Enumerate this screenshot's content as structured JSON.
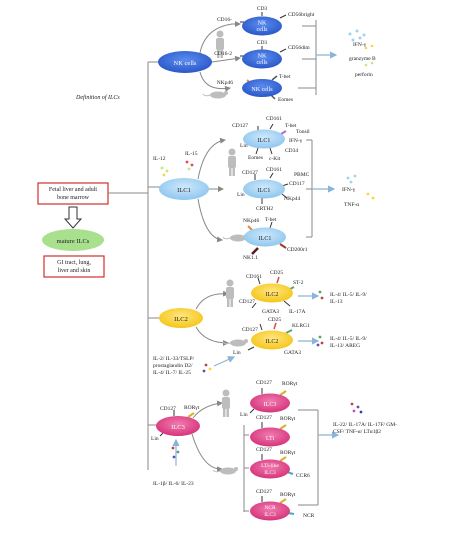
{
  "diagram": {
    "title": "Definition of ILCs",
    "origin": {
      "line1": "Fetal liver and adult",
      "line2": "bone marrow"
    },
    "mature": "mature ILCs",
    "tissue": {
      "line1": "GI tract, lung,",
      "line2": "liver and skin"
    },
    "nk": {
      "main": "NK cells",
      "cd56bright": {
        "cd3": "CD3",
        "cd16": "CD16-",
        "cd56": "CD56bright",
        "label1": "NK",
        "label2": "cells"
      },
      "cd56dim": {
        "cd3": "CD3",
        "cd16": "CD16-2",
        "cd56": "CD56dim",
        "label1": "NK",
        "label2": "cells"
      },
      "mouse": {
        "nkp46": "NKp46",
        "tbet": "T-bet",
        "eomes": "Eomes",
        "label": "NK cells"
      },
      "outputs": [
        "IFN-γ",
        "granzyme B",
        "perforin"
      ]
    },
    "ilc1": {
      "main": "ILC1",
      "inducers": [
        "IL-12",
        "IL-15"
      ],
      "tonsil": {
        "cd127": "CD127",
        "cd161": "CD161",
        "tbet": "T-bet",
        "ifng": "IFN-γ",
        "lin": "Lin",
        "eomes": "Eomes",
        "ckit": "c-Kit",
        "cd34": "CD34",
        "site": "Tonsil",
        "label": "ILC1"
      },
      "pbmc": {
        "cd127": "CD127",
        "cd161": "CD161",
        "site": "PBMC",
        "cd117": "CD117",
        "nkp44": "NKp44",
        "crth2": "CRTH2",
        "lin": "Lin",
        "label": "ILC1"
      },
      "mouse": {
        "nkp46": "NKp46",
        "tbet": "T-bet",
        "cd200r1": "CD200r1",
        "nk11": "NK1.1",
        "label": "ILC1"
      },
      "outputs": [
        "IFN-γ",
        "TNF-α"
      ]
    },
    "ilc2": {
      "main": "ILC2",
      "human": {
        "cd161": "CD161",
        "cd25": "CD25",
        "st2": "ST-2",
        "cd127": "CD127",
        "gata3": "GATA3",
        "il17a": "IL-17A",
        "label": "ILC2"
      },
      "mouse": {
        "cd127": "CD127",
        "cd25": "CD25",
        "klrg1": "KLRG1",
        "lin": "Lin",
        "gata3": "GATA3",
        "label": "ILC2"
      },
      "outputs_human": {
        "line1": "IL-4/ IL-5/ IL-9/",
        "line2": "IL-13"
      },
      "outputs_mouse": {
        "line1": "IL-4/ IL-5/ IL-9/",
        "line2": "IL-13/ AREG"
      },
      "inducers": {
        "line1": "IL-2/ IL-33/TSLP/",
        "line2": "prostaglandin D2/",
        "line3": "IL-4/ IL-7/ IL-25"
      }
    },
    "ilc3": {
      "main": "ILC3",
      "main_cd127": "CD127",
      "main_rorgt": "RORγt",
      "main_lin": "Lin",
      "inducers": "IL-1β/ IL-6/ IL-23",
      "c1": {
        "cd127": "CD127",
        "rorgt": "RORγt",
        "lin": "Lin",
        "label": "ILC3"
      },
      "c2": {
        "cd127": "CD127",
        "rorgt": "RORγt",
        "label": "LTi"
      },
      "c3": {
        "cd127": "CD127",
        "rorgt": "RORγt",
        "ccr6": "CCR6",
        "label1": "LTi-like",
        "label2": "ILC3"
      },
      "c4": {
        "cd127": "CD127",
        "rorgt": "RORγt",
        "ncr": "NCR",
        "label1": "NCR",
        "label2": "ILC3"
      },
      "outputs": {
        "line1": "IL-22/ IL-17A/ IL-17F/ GM-",
        "line2": "CSF/ TNF-α/ LTα1β2"
      }
    },
    "colors": {
      "nk": "#3b6fe0",
      "ilc1": "#a9d6f5",
      "ilc2": "#ffd43b",
      "ilc3": "#e64a8e",
      "box": "#d32f2f",
      "mature": "#a8e08e",
      "arrow": "#8ab4d8"
    }
  }
}
